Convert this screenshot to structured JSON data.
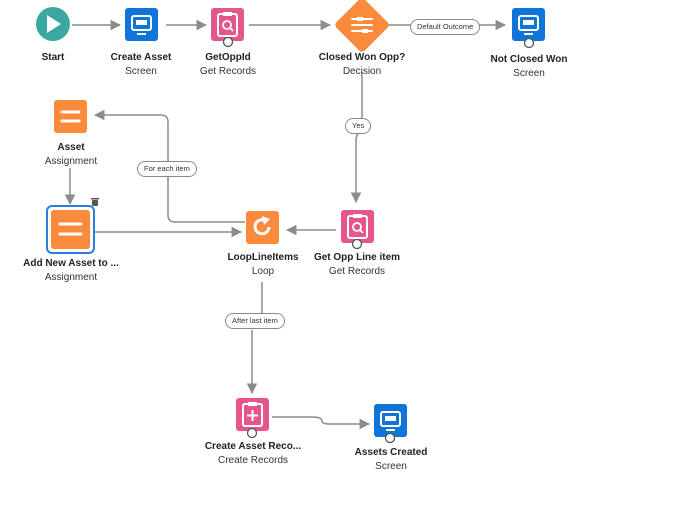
{
  "nodes": [
    {
      "id": "start",
      "title": "Start",
      "subtitle": "",
      "icon": "play-icon",
      "color": "#3ba7a3"
    },
    {
      "id": "create-asset",
      "title": "Create Asset",
      "subtitle": "Screen",
      "icon": "screen-icon",
      "color": "#0f75d8"
    },
    {
      "id": "getoppid",
      "title": "GetOppId",
      "subtitle": "Get Records",
      "icon": "get-records-icon",
      "color": "#e5578c"
    },
    {
      "id": "closed-won-opp",
      "title": "Closed Won Opp?",
      "subtitle": "Decision",
      "icon": "decision-icon",
      "color": "#fa8a3c"
    },
    {
      "id": "not-closed-won",
      "title": "Not Closed Won",
      "subtitle": "Screen",
      "icon": "screen-icon",
      "color": "#0f75d8"
    },
    {
      "id": "asset",
      "title": "Asset",
      "subtitle": "Assignment",
      "icon": "assignment-icon",
      "color": "#fa8a3c"
    },
    {
      "id": "add-new-asset",
      "title": "Add New Asset to ...",
      "subtitle": "Assignment",
      "icon": "assignment-icon",
      "color": "#fa8a3c"
    },
    {
      "id": "looplineitems",
      "title": "LoopLineItems",
      "subtitle": "Loop",
      "icon": "loop-icon",
      "color": "#fa8a3c"
    },
    {
      "id": "get-opp-line-item",
      "title": "Get Opp Line item",
      "subtitle": "Get Records",
      "icon": "get-records-icon",
      "color": "#e5578c"
    },
    {
      "id": "create-asset-records",
      "title": "Create Asset Reco...",
      "subtitle": "Create Records",
      "icon": "create-records-icon",
      "color": "#e5578c"
    },
    {
      "id": "assets-created",
      "title": "Assets Created",
      "subtitle": "Screen",
      "icon": "screen-icon",
      "color": "#0f75d8"
    }
  ],
  "edge_labels": {
    "default_outcome": "Default Outcome",
    "yes": "Yes",
    "for_each_item": "For each item",
    "after_last_item": "After last item"
  },
  "icons": {
    "trash": "trash-icon"
  }
}
